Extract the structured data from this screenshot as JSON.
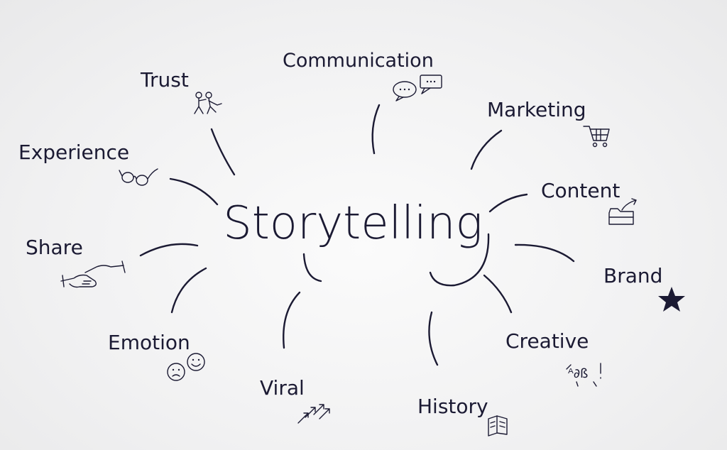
{
  "center": {
    "label": "Storytelling"
  },
  "nodes": [
    {
      "id": "communication",
      "label": "Communication",
      "icon": "speech-bubbles-icon"
    },
    {
      "id": "marketing",
      "label": "Marketing",
      "icon": "shopping-cart-icon"
    },
    {
      "id": "content",
      "label": "Content",
      "icon": "folder-icon"
    },
    {
      "id": "brand",
      "label": "Brand",
      "icon": "star-icon"
    },
    {
      "id": "creative",
      "label": "Creative",
      "icon": "doodles-icon"
    },
    {
      "id": "history",
      "label": "History",
      "icon": "book-icon"
    },
    {
      "id": "viral",
      "label": "Viral",
      "icon": "arrows-icon"
    },
    {
      "id": "emotion",
      "label": "Emotion",
      "icon": "faces-icon"
    },
    {
      "id": "share",
      "label": "Share",
      "icon": "handshake-icon"
    },
    {
      "id": "experience",
      "label": "Experience",
      "icon": "glasses-icon"
    },
    {
      "id": "trust",
      "label": "Trust",
      "icon": "people-icon"
    }
  ],
  "colors": {
    "ink": "#1b1a33",
    "background": "#f3f3f4"
  }
}
